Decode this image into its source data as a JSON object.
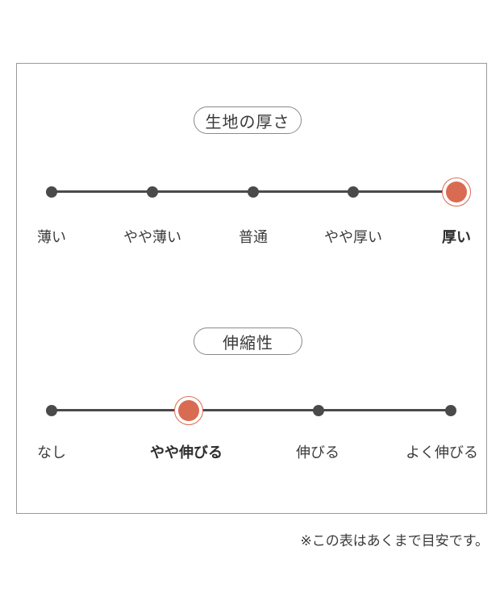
{
  "thickness": {
    "title": "生地の厚さ",
    "options": [
      "薄い",
      "やや薄い",
      "普通",
      "やや厚い",
      "厚い"
    ],
    "selected": "厚い"
  },
  "stretch": {
    "title": "伸縮性",
    "options": [
      "なし",
      "やや伸びる",
      "伸びる",
      "よく伸びる"
    ],
    "selected": "やや伸びる"
  },
  "colors": {
    "accent": "#d96b52",
    "line": "#4a4a4a",
    "border": "#9a9a9a"
  },
  "note": "※この表はあくまで目安です。"
}
